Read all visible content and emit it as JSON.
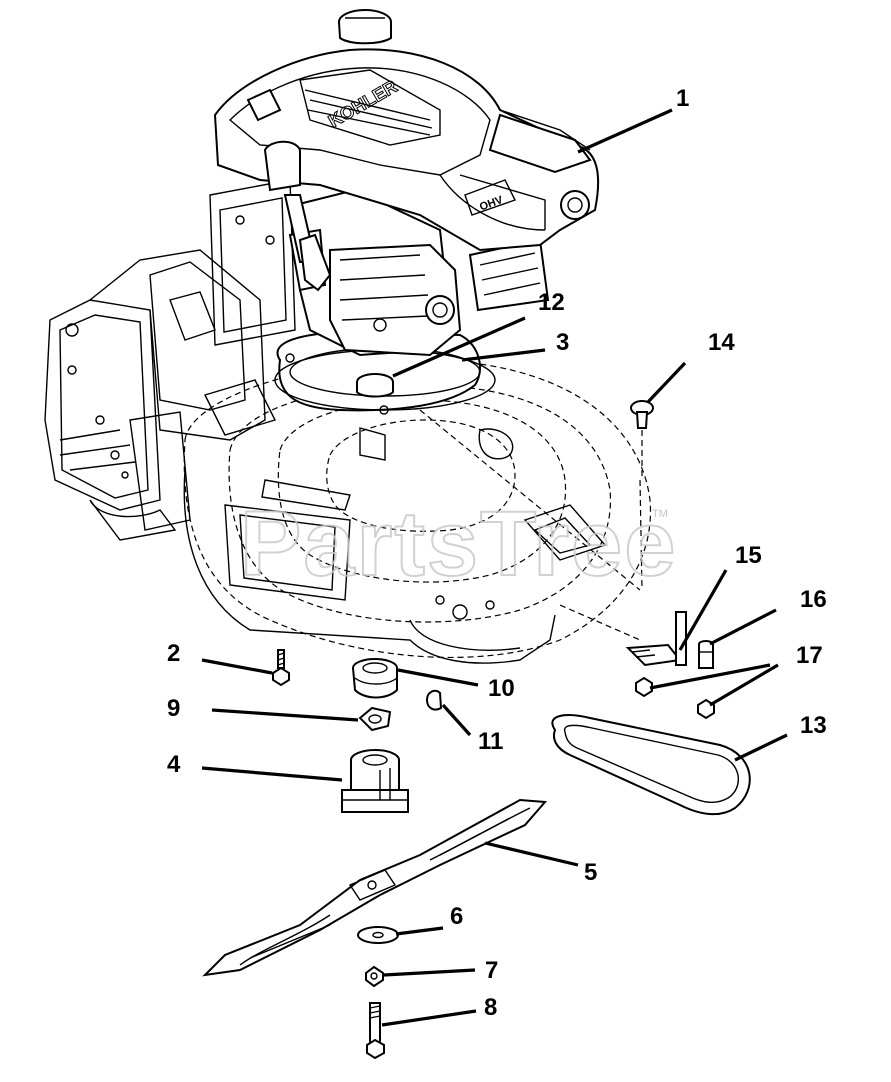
{
  "watermark": "PartsTree",
  "trademark": "TM",
  "engine_brand": "KOHLER",
  "callouts": {
    "c1": "1",
    "c2": "2",
    "c3": "3",
    "c4": "4",
    "c5": "5",
    "c6": "6",
    "c7": "7",
    "c8": "8",
    "c9": "9",
    "c10": "10",
    "c11": "11",
    "c12": "12",
    "c13": "13",
    "c14": "14",
    "c15": "15",
    "c16": "16",
    "c17": "17"
  }
}
